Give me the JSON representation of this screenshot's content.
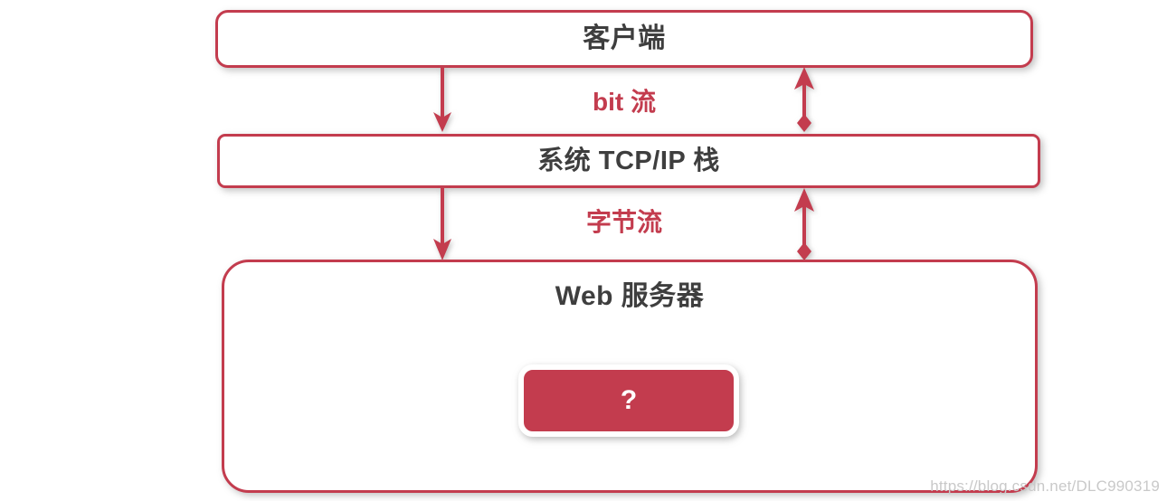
{
  "diagram": {
    "title_hidden": "",
    "nodes": [
      {
        "id": "client",
        "label": "客户端"
      },
      {
        "id": "tcpip",
        "label": "系统 TCP/IP 栈"
      },
      {
        "id": "webserver",
        "label": "Web 服务器"
      }
    ],
    "inner_block": {
      "label": "?"
    },
    "connections": [
      {
        "id": "client-to-tcpip",
        "label": "bit 流",
        "down_arrow": "single-down-arrow",
        "up_arrow": "double-headed-arrow"
      },
      {
        "id": "tcpip-to-webserver",
        "label": "字节流",
        "down_arrow": "single-down-arrow",
        "up_arrow": "double-headed-arrow"
      }
    ],
    "colors": {
      "accent": "#c33c4e",
      "text": "#3e3e3e",
      "background": "#ffffff",
      "watermark": "#c9c9c9"
    }
  },
  "watermark": {
    "text": "https://blog.csdn.net/DLC990319"
  }
}
